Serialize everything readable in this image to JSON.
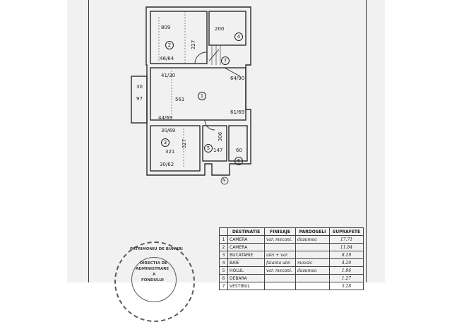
{
  "plan": {
    "rooms": [
      {
        "id": "2",
        "dims": [
          "809",
          "327",
          "46/64"
        ]
      },
      {
        "id": "4",
        "dims": [
          "200"
        ]
      },
      {
        "id": "1",
        "dims": [
          "41/30",
          "561",
          "64/90",
          "44/69",
          "61/69"
        ]
      },
      {
        "id": "3",
        "dims": [
          "30/69",
          "321",
          "327",
          "30/62"
        ]
      },
      {
        "id": "5",
        "dims": [
          "147"
        ]
      },
      {
        "id": "6",
        "dims": [
          "306",
          "60"
        ]
      },
      {
        "id": "7",
        "dims": []
      }
    ],
    "balcony_dims": [
      "30",
      "97"
    ],
    "north_mark": "N"
  },
  "legend": {
    "headers": [
      "DESTINATIE",
      "FINISAJE",
      "PARDOSELI",
      "SUPRAFETE"
    ],
    "rows": [
      {
        "num": "1",
        "destinatie": "CAMERA",
        "finisaje": "var. mecani.",
        "pardoseli": "dusumea",
        "suprafete": "17.71"
      },
      {
        "num": "2",
        "destinatie": "CAMERA",
        "finisaje": "",
        "pardoseli": "",
        "suprafete": "11.84"
      },
      {
        "num": "3",
        "destinatie": "BUCATARIE",
        "finisaje": "ulei + var.",
        "pardoseli": "",
        "suprafete": "8.29"
      },
      {
        "num": "4",
        "destinatie": "BAIE",
        "finisaje": "faianta ulei",
        "pardoseli": "mozaic",
        "suprafete": "4.20"
      },
      {
        "num": "5",
        "destinatie": "HOLUL",
        "finisaje": "var. mecani.",
        "pardoseli": "dusumea",
        "suprafete": "1.96"
      },
      {
        "num": "6",
        "destinatie": "DEBARA",
        "finisaje": "",
        "pardoseli": "",
        "suprafete": "1.27"
      },
      {
        "num": "7",
        "destinatie": "VESTIBUL",
        "finisaje": "",
        "pardoseli": "",
        "suprafete": "5.28"
      }
    ]
  },
  "stamp": {
    "lines": [
      "PATRIMONIU DE BUNURI",
      "DIRECTIA DE",
      "ADMINISTRARE",
      "A",
      "FONDULUI"
    ]
  }
}
